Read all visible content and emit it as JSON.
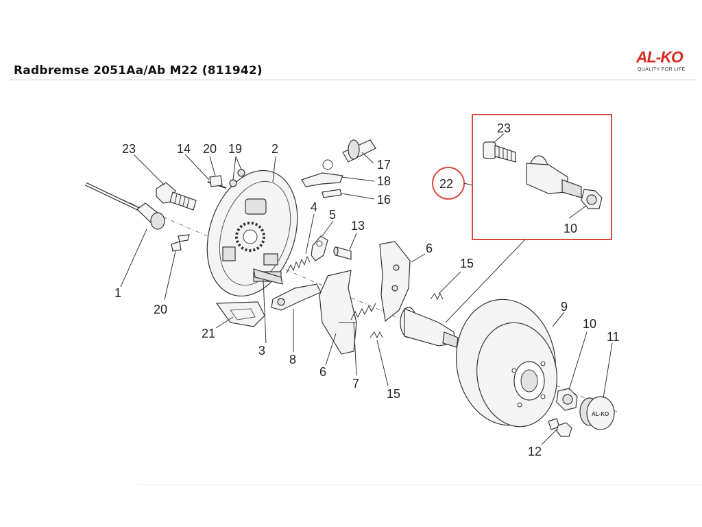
{
  "header": {
    "title": "Radbremse 2051Aa/Ab M22 (811942)"
  },
  "brand": {
    "name": "AL-KO",
    "tagline": "QUALITY FOR LIFE",
    "color": "#d62d20"
  },
  "diagram": {
    "highlight_color": "#d9483b",
    "callouts": {
      "c1": "1",
      "c2": "2",
      "c3": "3",
      "c4": "4",
      "c5": "5",
      "c6a": "6",
      "c6b": "6",
      "c7": "7",
      "c8": "8",
      "c9": "9",
      "c10a": "10",
      "c10b": "10",
      "c11": "11",
      "c12": "12",
      "c13": "13",
      "c14": "14",
      "c15a": "15",
      "c15b": "15",
      "c16": "16",
      "c17": "17",
      "c18": "18",
      "c19": "19",
      "c20a": "20",
      "c20b": "20",
      "c21": "21",
      "c22": "22",
      "c23a": "23",
      "c23b": "23"
    },
    "cap_text": "AL-KO"
  }
}
